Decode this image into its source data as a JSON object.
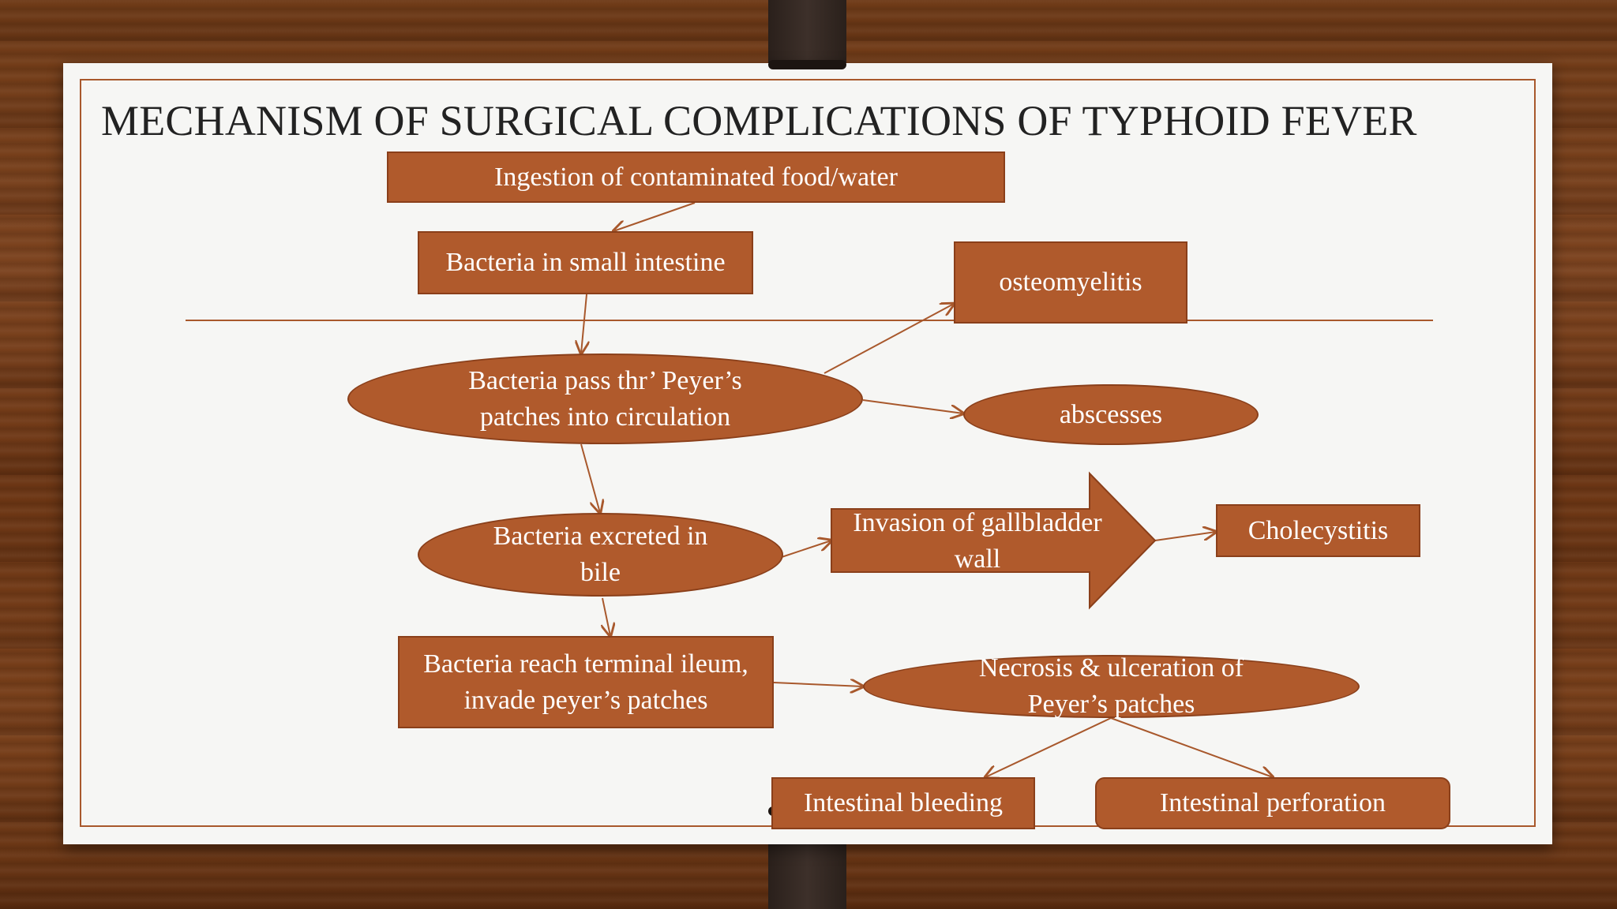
{
  "title": "MECHANISM OF SURGICAL COMPLICATIONS OF TYPHOID FEVER",
  "nodes": {
    "ingestion": "Ingestion of  contaminated food/water",
    "small_intestine": "Bacteria in small intestine",
    "osteomyelitis": "osteomyelitis",
    "peyers_pass": "Bacteria pass thr’ Peyer’s patches into circulation",
    "abscesses": "abscesses",
    "bile": "Bacteria excreted in bile",
    "gallbladder": "Invasion of gallbladder wall",
    "cholecystitis": "Cholecystitis",
    "terminal_ileum": "Bacteria reach terminal ileum, invade peyer’s patches",
    "necrosis": "Necrosis & ulceration of Peyer’s patches",
    "bleeding": "Intestinal bleeding",
    "perforation": "Intestinal perforation"
  },
  "colors": {
    "node_fill": "#b05a2c",
    "node_border": "#8a3f1a",
    "arrow": "#a8582c",
    "paper": "#f6f6f4"
  }
}
